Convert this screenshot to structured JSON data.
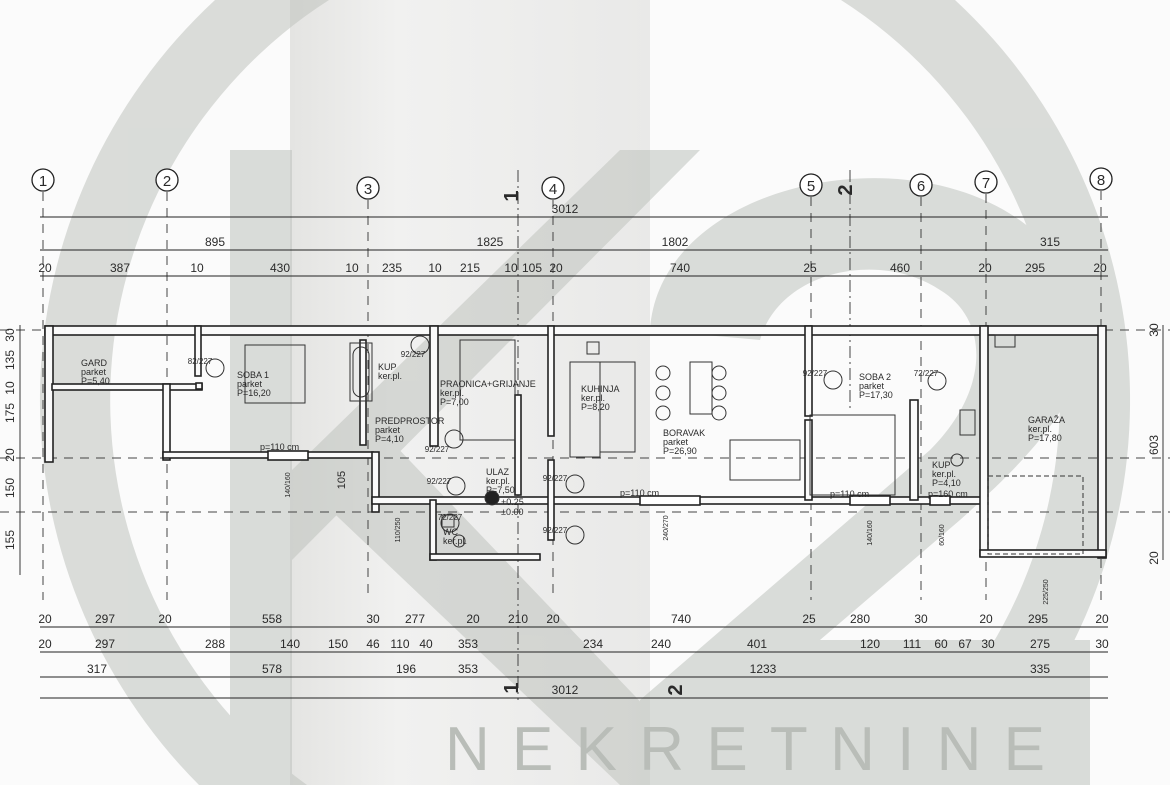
{
  "axes": [
    "1",
    "2",
    "3",
    "4",
    "5",
    "6",
    "7",
    "8"
  ],
  "section_marks": [
    "1",
    "1",
    "2",
    "2"
  ],
  "dims_top": {
    "overall": [
      "3012"
    ],
    "row1": [
      "895",
      "1825",
      "1802",
      "315"
    ],
    "row2": [
      "20",
      "387",
      "10",
      "430",
      "10",
      "235",
      "10",
      "215",
      "10",
      "105",
      "20",
      "740",
      "25",
      "460",
      "20",
      "295",
      "20"
    ]
  },
  "dims_bottom": {
    "row1": [
      "20",
      "297",
      "20",
      "558",
      "30",
      "277",
      "20",
      "210",
      "20",
      "740",
      "25",
      "280",
      "30",
      "20",
      "295",
      "20"
    ],
    "row2": [
      "20",
      "297",
      "288",
      "140",
      "150",
      "46",
      "110",
      "40",
      "353",
      "234",
      "240",
      "401",
      "120",
      "111",
      "60",
      "67",
      "30",
      "275",
      "30"
    ],
    "row3": [
      "317",
      "578",
      "196",
      "353",
      "1233",
      "335"
    ],
    "overall": [
      "3012"
    ]
  },
  "dims_left": [
    "30",
    "135",
    "10",
    "175",
    "20",
    "150",
    "155"
  ],
  "dims_right": [
    "30",
    "603",
    "20"
  ],
  "rooms": [
    {
      "name": "GARD",
      "floor": "parket",
      "area": "P=5,40"
    },
    {
      "name": "SOBA 1",
      "floor": "parket",
      "area": "P=16,20"
    },
    {
      "name": "KUP",
      "floor": "ker.pl.",
      "area": ""
    },
    {
      "name": "PREDPROSTOR",
      "floor": "parket",
      "area": "P=4,10"
    },
    {
      "name": "PRAONICA+GRIJANJE",
      "floor": "ker.pl.",
      "area": "P=7,00"
    },
    {
      "name": "KUHINJA",
      "floor": "ker.pl.",
      "area": "P=8,20"
    },
    {
      "name": "BORAVAK",
      "floor": "parket",
      "area": "P=26,90"
    },
    {
      "name": "ULAZ",
      "floor": "ker.pl.",
      "area": "P=7,50"
    },
    {
      "name": "WC",
      "floor": "ker.pl.",
      "area": ""
    },
    {
      "name": "SOBA 2",
      "floor": "parket",
      "area": "P=17,30"
    },
    {
      "name": "KUP",
      "floor": "ker.pl.",
      "area": "P=4,10"
    },
    {
      "name": "GARAŽA",
      "floor": "ker.pl.",
      "area": "P=17,80"
    }
  ],
  "doors": [
    "82/227",
    "92/227",
    "92/227",
    "92/227",
    "92/227",
    "72/227",
    "92/227",
    "92/227",
    "72/227"
  ],
  "windows": [
    "p=110 cm",
    "p=110 cm",
    "p=110 cm",
    "p=160 cm"
  ],
  "sills": [
    "140/160",
    "110/250",
    "240/270",
    "140/160",
    "60/160",
    "225/250"
  ],
  "misc": {
    "stair_dim": "105",
    "level_top": "+0.25",
    "level_bottom": "±0.00"
  },
  "watermark": {
    "text": "NEKRETNINE",
    "color": "#b9bdb8"
  }
}
